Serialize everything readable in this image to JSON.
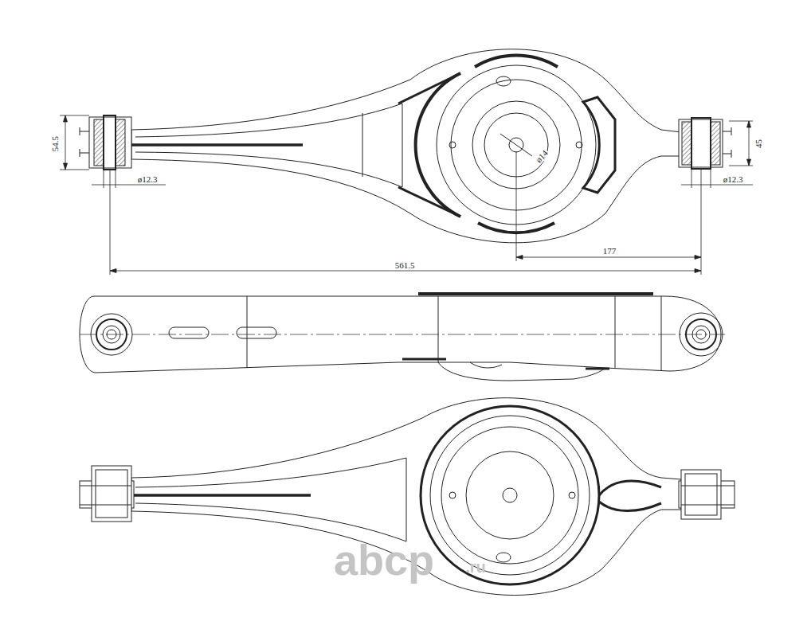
{
  "diagram": {
    "labels": [
      "54.5",
      "ø12.3",
      "ø14",
      "45",
      "ø12.3",
      "177",
      "561.5",
      "abcp",
      ".ru"
    ]
  }
}
